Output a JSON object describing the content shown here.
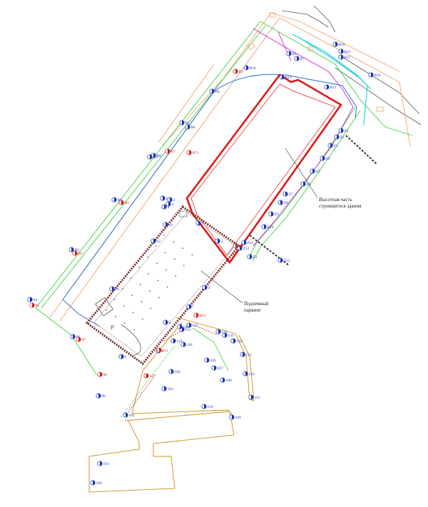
{
  "annotations": {
    "building": [
      "Высотная часть",
      "строящегося здания"
    ],
    "parking": [
      "Подземный",
      "паркинг"
    ]
  },
  "colors": {
    "building": "#e01818",
    "parking_border": "#7a2a2a",
    "blue_line": "#2a6fd6",
    "green_line": "#3ccf3c",
    "orange_line": "#f0a070",
    "magenta_line": "#d020d0",
    "cyan_line": "#20d0e0",
    "gold_line": "#c8901a",
    "blue_marker": "#1d35b5",
    "red_marker": "#d02020"
  },
  "points": [
    {
      "id": "B16",
      "c": "b"
    },
    {
      "id": "B13",
      "c": "b"
    },
    {
      "id": "B37",
      "c": "b"
    },
    {
      "id": "B33",
      "c": "b"
    },
    {
      "id": "B1",
      "c": "b"
    },
    {
      "id": "B7",
      "c": "b"
    },
    {
      "id": "B24",
      "c": "b"
    },
    {
      "id": "B11",
      "c": "b"
    },
    {
      "id": "B12",
      "c": "b"
    },
    {
      "id": "B3",
      "c": "r"
    },
    {
      "id": "B4",
      "c": "b"
    },
    {
      "id": "B5",
      "c": "b"
    },
    {
      "id": "B6",
      "c": "b"
    },
    {
      "id": "B7",
      "c": "r"
    },
    {
      "id": "B71",
      "c": "r"
    },
    {
      "id": "B8",
      "c": "b"
    },
    {
      "id": "B9",
      "c": "b"
    },
    {
      "id": "B0",
      "c": "b"
    },
    {
      "id": "B1",
      "c": "r"
    },
    {
      "id": "B2",
      "c": "b"
    },
    {
      "id": "B3",
      "c": "r"
    },
    {
      "id": "Z1",
      "c": "b"
    },
    {
      "id": "Z2",
      "c": "b"
    },
    {
      "id": "Z3",
      "c": "b"
    },
    {
      "id": "Z4",
      "c": "b"
    },
    {
      "id": "Z5",
      "c": "b"
    },
    {
      "id": "Z6",
      "c": "b"
    },
    {
      "id": "Z7",
      "c": "b"
    },
    {
      "id": "Z8",
      "c": "b"
    },
    {
      "id": "Z9",
      "c": "b"
    },
    {
      "id": "Z10",
      "c": "b"
    },
    {
      "id": "Z11",
      "c": "b"
    },
    {
      "id": "Z12",
      "c": "b"
    },
    {
      "id": "Z0",
      "c": "r"
    },
    {
      "id": "Z1",
      "c": "b"
    },
    {
      "id": "Z15",
      "c": "b"
    },
    {
      "id": "1",
      "c": "b"
    },
    {
      "id": "2",
      "c": "b"
    },
    {
      "id": "3",
      "c": "b"
    },
    {
      "id": "4",
      "c": "b"
    },
    {
      "id": "14",
      "c": "b"
    },
    {
      "id": "5",
      "c": "b"
    },
    {
      "id": "12",
      "c": "b"
    },
    {
      "id": "3",
      "c": "b"
    },
    {
      "id": "10",
      "c": "b"
    },
    {
      "id": "4",
      "c": "b"
    },
    {
      "id": "6",
      "c": "b"
    },
    {
      "id": "7",
      "c": "b"
    },
    {
      "id": "8",
      "c": "b"
    },
    {
      "id": "9",
      "c": "b"
    },
    {
      "id": "94",
      "c": "b"
    },
    {
      "id": "95",
      "c": "r"
    },
    {
      "id": "96",
      "c": "b"
    },
    {
      "id": "97",
      "c": "r"
    },
    {
      "id": "98",
      "c": "r"
    },
    {
      "id": "99",
      "c": "b"
    },
    {
      "id": "B15",
      "c": "r"
    },
    {
      "id": "121",
      "c": "b"
    },
    {
      "id": "122",
      "c": "b"
    },
    {
      "id": "131",
      "c": "b"
    },
    {
      "id": "133",
      "c": "b"
    },
    {
      "id": "134",
      "c": "b"
    },
    {
      "id": "113",
      "c": "b"
    },
    {
      "id": "132",
      "c": "b"
    },
    {
      "id": "111",
      "c": "b"
    },
    {
      "id": "120",
      "c": "b"
    },
    {
      "id": "115",
      "c": "r"
    },
    {
      "id": "119",
      "c": "b"
    },
    {
      "id": "116",
      "c": "b"
    },
    {
      "id": "105",
      "c": "b"
    },
    {
      "id": "107",
      "c": "b"
    },
    {
      "id": "108",
      "c": "b"
    },
    {
      "id": "117",
      "c": "r"
    },
    {
      "id": "104",
      "c": "b"
    },
    {
      "id": "103",
      "c": "b"
    },
    {
      "id": "118",
      "c": "b"
    },
    {
      "id": "102",
      "c": "b"
    },
    {
      "id": "109",
      "c": "b"
    },
    {
      "id": "101",
      "c": "b"
    },
    {
      "id": "100",
      "c": "b"
    }
  ]
}
